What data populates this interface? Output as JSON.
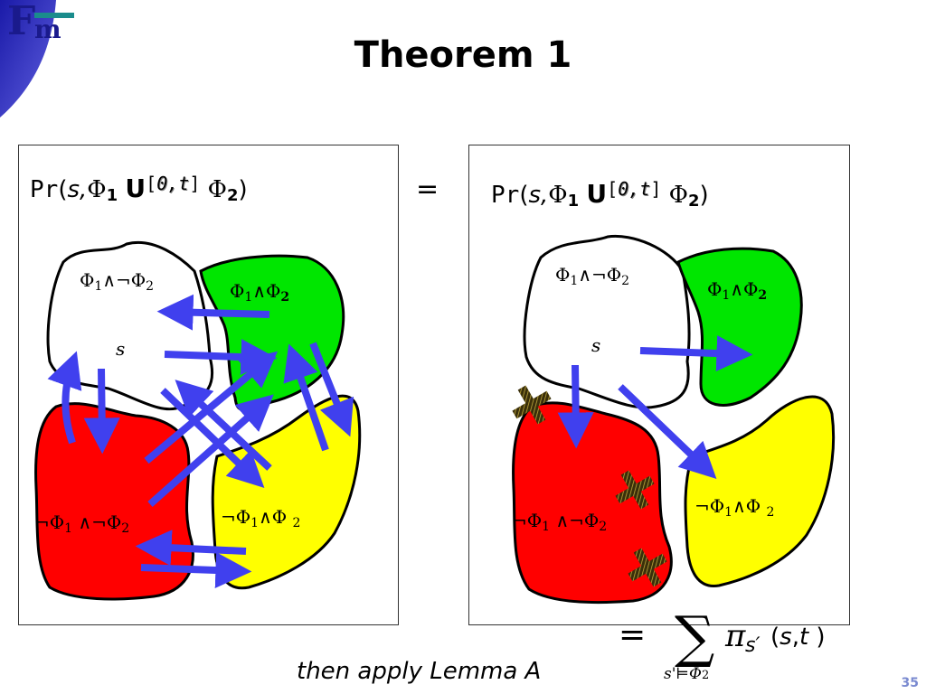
{
  "slide": {
    "logo": {
      "letter_f": "F",
      "letter_m": "m"
    },
    "title": "Theorem 1",
    "page_number": "35",
    "caption": "then apply Lemma A",
    "equals_sign": "="
  },
  "formula": {
    "pr": "Pr",
    "open": "(",
    "s": "s,",
    "phi": "Φ",
    "sub1": "1",
    "until": "U",
    "interval_open": "[",
    "interval_lo": "0",
    "interval_sep": ",",
    "interval_hi": "t",
    "interval_close": "]",
    "sub2": "2",
    "close": ")"
  },
  "regions": {
    "white": {
      "phi": "Φ",
      "sub1": "1",
      "op": "∧¬",
      "sub2": "2",
      "state": "s"
    },
    "green": {
      "phi": "Φ",
      "sub1": "1",
      "op": "∧",
      "sub2": "2"
    },
    "red": {
      "neg": "¬",
      "phi": "Φ",
      "sub1": "1",
      "op": "∧¬",
      "sub2": "2"
    },
    "yellow": {
      "neg": "¬",
      "phi": "Φ",
      "sub1": "1",
      "op": "∧",
      "sub2": "2"
    }
  },
  "sum": {
    "equals": "=",
    "sigma": "∑",
    "pi": "π",
    "pi_sub": "s′",
    "args_open": "(",
    "args_s": "s",
    "args_comma": ",",
    "args_t": "t",
    "args_close": " )",
    "index": "s'⊨Φ",
    "index_sub": "2"
  },
  "colors": {
    "region_white": "#ffffff",
    "region_green": "#00e600",
    "region_red": "#ff0000",
    "region_yellow": "#ffff00",
    "arrow_blue": "#4040ee",
    "cross_fill": "#6b5a1e",
    "logo_blue": "#1a1a8c",
    "logo_teal": "#1a8c8c",
    "corner_blue": "#3030c0",
    "page_number": "#7a8ad0"
  },
  "icons": {
    "transition_arrow": "arrow-icon",
    "cut_transition": "cross-mark-icon"
  }
}
